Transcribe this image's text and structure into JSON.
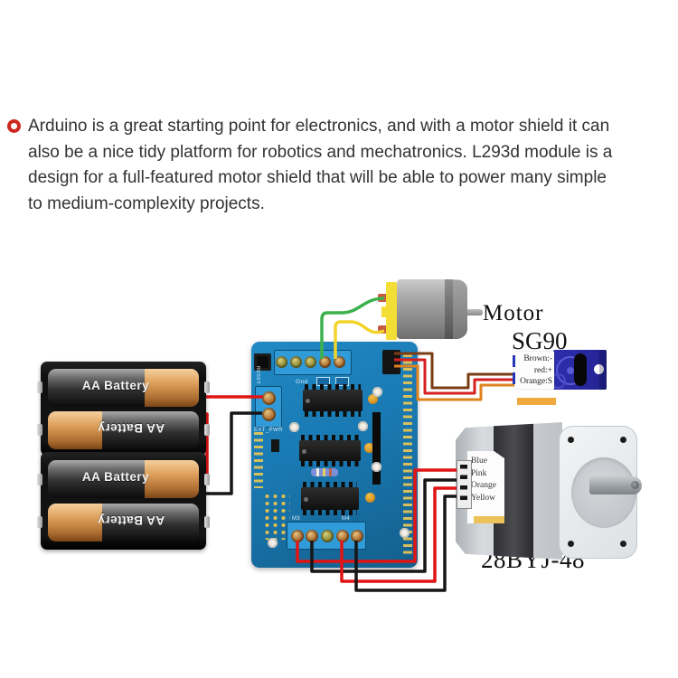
{
  "intro": {
    "bullet_color": "#cc2a20",
    "lines": [
      "Arduino is a great starting point for electronics, and with a motor shield it can",
      "also be a nice tidy platform for robotics and mechatronics. L293d module is a",
      "design for a full-featured motor shield that will be able to power many simple",
      "to medium-complexity projects."
    ]
  },
  "battery": {
    "label": "AA Battery"
  },
  "shield": {
    "labels": {
      "reset": "RESET",
      "gnd": "Gnd",
      "ext_pwr": "EXT_PWR",
      "m3": "M3",
      "m4": "M4"
    }
  },
  "motor": {
    "label": "Motor"
  },
  "servo": {
    "title": "SG90",
    "pins": [
      "Brown:-",
      "red:+",
      "Orange:S"
    ]
  },
  "stepper": {
    "title": "28BYJ-48",
    "wire_labels": [
      "Blue",
      "Pink",
      "Orange",
      "Yellow"
    ]
  },
  "wires": {
    "colors": {
      "red": "#e01414",
      "black": "#161616",
      "green": "#3cb14d",
      "yellow": "#f2d42a",
      "brown": "#7a3c12",
      "servo_red": "#d62020",
      "orange": "#e2821e"
    }
  },
  "palette": {
    "pcb_blue": "#1a7cb5",
    "terminal_blue": "#2f9bd8",
    "battery_copper": "#d99a58",
    "motor_plate": "#f2de35",
    "servo_blue": "#2b2ba6"
  }
}
